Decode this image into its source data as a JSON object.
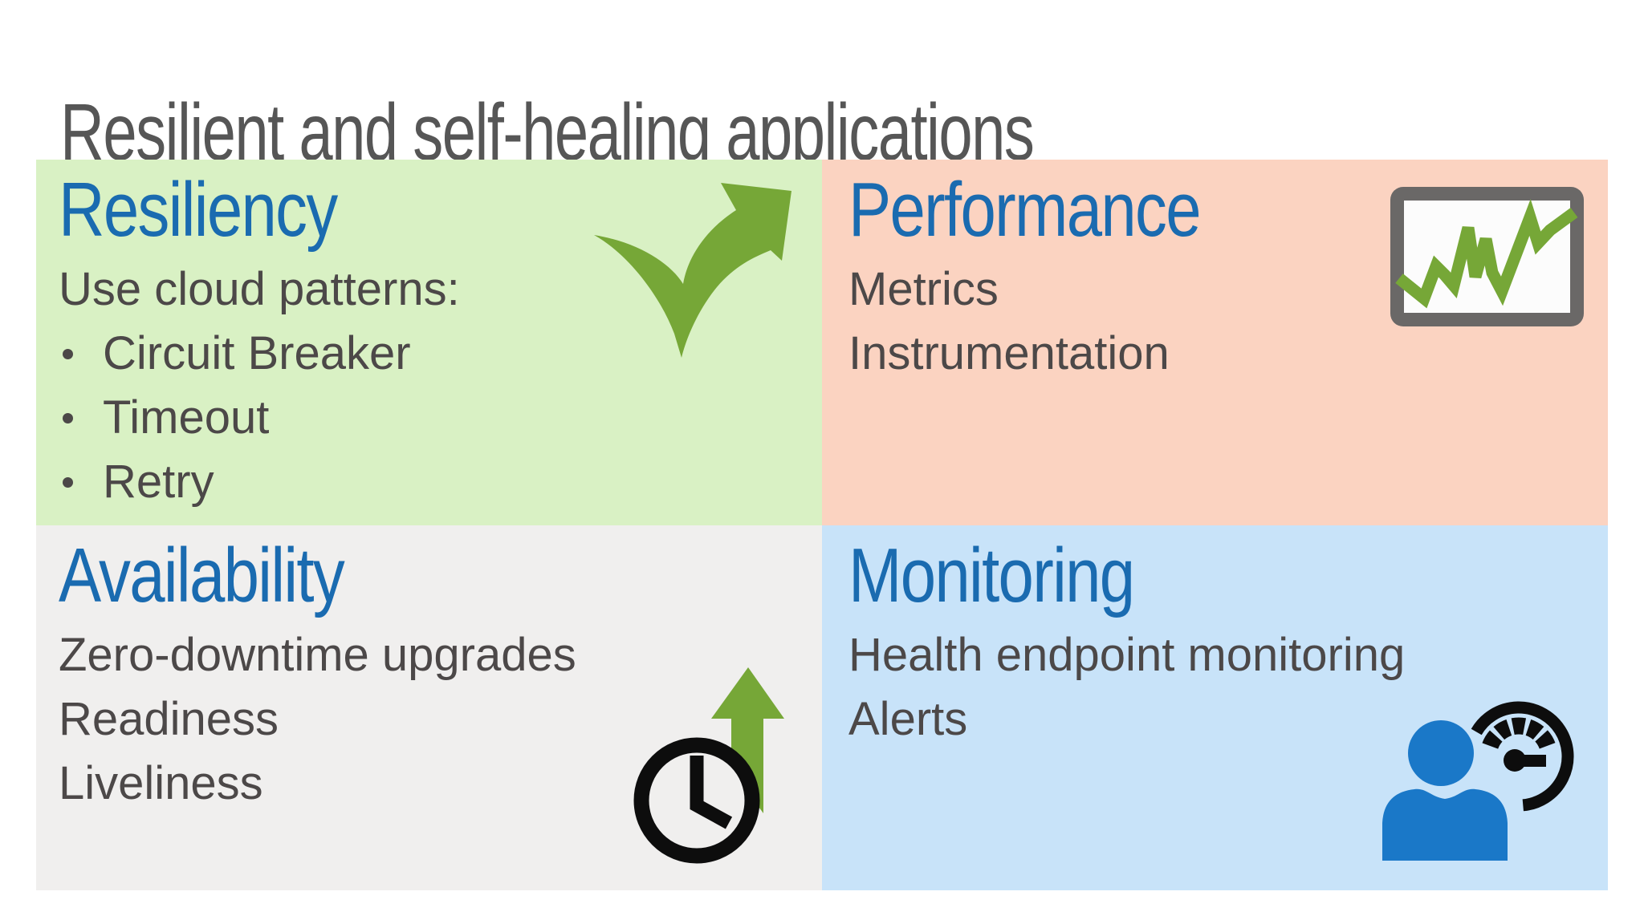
{
  "slide": {
    "title": "Resilient and self-healing applications",
    "quadrants": [
      {
        "id": "resiliency",
        "title": "Resiliency",
        "intro": "Use cloud patterns:",
        "bullets": [
          "Circuit Breaker",
          "Timeout",
          "Retry"
        ],
        "icon": "rebound-arrow-icon",
        "bg_color": "#d9f1c4"
      },
      {
        "id": "performance",
        "title": "Performance",
        "lines": [
          "Metrics",
          "Instrumentation"
        ],
        "icon": "chart-monitor-icon",
        "bg_color": "#fbd3c1"
      },
      {
        "id": "availability",
        "title": "Availability",
        "lines": [
          "Zero-downtime upgrades",
          "Readiness",
          "Liveliness"
        ],
        "icon": "clock-uptime-icon",
        "bg_color": "#f0efee"
      },
      {
        "id": "monitoring",
        "title": "Monitoring",
        "lines": [
          "Health endpoint monitoring",
          "Alerts"
        ],
        "icon": "user-gauge-icon",
        "bg_color": "#c8e3f9"
      }
    ],
    "colors": {
      "main_title_text": "#565656",
      "quadrant_title_text": "#1a6bb0",
      "body_text": "#4c4848",
      "icon_green": "#76a737",
      "icon_person_blue": "#1a78c8",
      "icon_black": "#0d0d0d",
      "tablet_frame_gray": "#6a6867"
    }
  }
}
